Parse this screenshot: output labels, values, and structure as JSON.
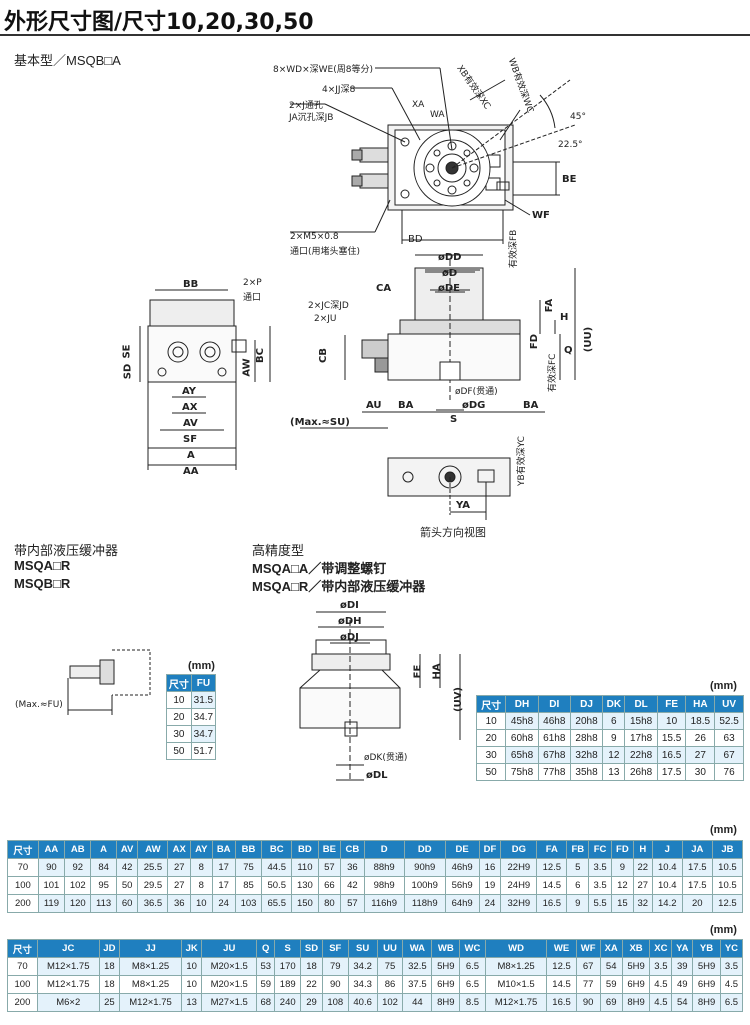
{
  "header": {
    "title": "外形尺寸图/尺寸10,20,30,50"
  },
  "sections": {
    "basic": "基本型／MSQB□A",
    "cushion_title": "带内部液压缓冲器",
    "cushion_r1": "MSQA□R",
    "cushion_r2": "MSQB□R",
    "precision_title": "高精度型",
    "precision_a": "MSQA□A／带调整螺钉",
    "precision_r": "MSQA□R／带内部液压缓冲器",
    "arrow_view": "箭头方向视图"
  },
  "callouts": {
    "wd": "8×WD×深WE(周8等分)",
    "jj": "4×JJ深8",
    "j": "2×J通孔",
    "jb": "JA沉孔深JB",
    "m5": "2×M5×0.8",
    "m5b": "通口(用堵头塞住)",
    "p": "2×P",
    "p2": "通口",
    "jcjd": "2×JC深JD",
    "ju": "2×JU",
    "xb": "XB有效深XC",
    "wb": "WB有效深WC",
    "fb": "有效深FB",
    "fc": "有效深FC",
    "yb": "YB有效深YC",
    "df": "øDF(贯通)",
    "dk": "øDK(贯通)",
    "maxsu": "(Max.≈SU)",
    "maxfu": "(Max.≈FU)"
  },
  "dims": {
    "bd": "BD",
    "dd": "øDD",
    "d": "øD",
    "de": "øDE",
    "dg": "øDG",
    "s": "S",
    "ba": "BA",
    "au": "AU",
    "bb": "BB",
    "ay": "AY",
    "ax": "AX",
    "av": "AV",
    "sf": "SF",
    "a": "A",
    "aa": "AA",
    "sd": "SD",
    "se": "SE",
    "aw": "AW",
    "bc": "BC",
    "be": "BE",
    "wf": "WF",
    "xa": "XA",
    "wa": "WA",
    "deg45": "45°",
    "deg225": "22.5°",
    "ca": "CA",
    "cb": "CB",
    "fa": "FA",
    "h": "H",
    "fd": "FD",
    "q": "Q",
    "uu": "(UU)",
    "ya": "YA",
    "di": "øDI",
    "dh": "øDH",
    "dj": "øDJ",
    "dl": "øDL",
    "fe": "FE",
    "ha": "HA",
    "uv": "(UV)"
  },
  "unit": "(mm)",
  "fu_table": {
    "headers": [
      "尺寸",
      "FU"
    ],
    "rows": [
      [
        "10",
        "31.5"
      ],
      [
        "20",
        "34.7"
      ],
      [
        "30",
        "34.7"
      ],
      [
        "50",
        "51.7"
      ]
    ]
  },
  "dh_table": {
    "headers": [
      "尺寸",
      "DH",
      "DI",
      "DJ",
      "DK",
      "DL",
      "FE",
      "HA",
      "UV"
    ],
    "rows": [
      [
        "10",
        "45h8",
        "46h8",
        "20h8",
        "6",
        "15h8",
        "10",
        "18.5",
        "52.5"
      ],
      [
        "20",
        "60h8",
        "61h8",
        "28h8",
        "9",
        "17h8",
        "15.5",
        "26",
        "63"
      ],
      [
        "30",
        "65h8",
        "67h8",
        "32h8",
        "12",
        "22h8",
        "16.5",
        "27",
        "67"
      ],
      [
        "50",
        "75h8",
        "77h8",
        "35h8",
        "13",
        "26h8",
        "17.5",
        "30",
        "76"
      ]
    ]
  },
  "table1": {
    "headers": [
      "尺寸",
      "AA",
      "AB",
      "A",
      "AV",
      "AW",
      "AX",
      "AY",
      "BA",
      "BB",
      "BC",
      "BD",
      "BE",
      "CB",
      "D",
      "DD",
      "DE",
      "DF",
      "DG",
      "FA",
      "FB",
      "FC",
      "FD",
      "H",
      "J",
      "JA",
      "JB"
    ],
    "rows": [
      [
        "70",
        "90",
        "92",
        "84",
        "42",
        "25.5",
        "27",
        "8",
        "17",
        "75",
        "44.5",
        "110",
        "57",
        "36",
        "88h9",
        "90h9",
        "46h9",
        "16",
        "22H9",
        "12.5",
        "5",
        "3.5",
        "9",
        "22",
        "10.4",
        "17.5",
        "10.5"
      ],
      [
        "100",
        "101",
        "102",
        "95",
        "50",
        "29.5",
        "27",
        "8",
        "17",
        "85",
        "50.5",
        "130",
        "66",
        "42",
        "98h9",
        "100h9",
        "56h9",
        "19",
        "24H9",
        "14.5",
        "6",
        "3.5",
        "12",
        "27",
        "10.4",
        "17.5",
        "10.5"
      ],
      [
        "200",
        "119",
        "120",
        "113",
        "60",
        "36.5",
        "36",
        "10",
        "24",
        "103",
        "65.5",
        "150",
        "80",
        "57",
        "116h9",
        "118h9",
        "64h9",
        "24",
        "32H9",
        "16.5",
        "9",
        "5.5",
        "15",
        "32",
        "14.2",
        "20",
        "12.5"
      ]
    ]
  },
  "table2": {
    "headers": [
      "尺寸",
      "JC",
      "JD",
      "JJ",
      "JK",
      "JU",
      "Q",
      "S",
      "SD",
      "SF",
      "SU",
      "UU",
      "WA",
      "WB",
      "WC",
      "WD",
      "WE",
      "WF",
      "XA",
      "XB",
      "XC",
      "YA",
      "YB",
      "YC"
    ],
    "rows": [
      [
        "70",
        "M12×1.75",
        "18",
        "M8×1.25",
        "10",
        "M20×1.5",
        "53",
        "170",
        "18",
        "79",
        "34.2",
        "75",
        "32.5",
        "5H9",
        "6.5",
        "M8×1.25",
        "12.5",
        "67",
        "54",
        "5H9",
        "3.5",
        "39",
        "5H9",
        "3.5"
      ],
      [
        "100",
        "M12×1.75",
        "18",
        "M8×1.25",
        "10",
        "M20×1.5",
        "59",
        "189",
        "22",
        "90",
        "34.3",
        "86",
        "37.5",
        "6H9",
        "6.5",
        "M10×1.5",
        "14.5",
        "77",
        "59",
        "6H9",
        "4.5",
        "49",
        "6H9",
        "4.5"
      ],
      [
        "200",
        "M6×2",
        "25",
        "M12×1.75",
        "13",
        "M27×1.5",
        "68",
        "240",
        "29",
        "108",
        "40.6",
        "102",
        "44",
        "8H9",
        "8.5",
        "M12×1.75",
        "16.5",
        "90",
        "69",
        "8H9",
        "4.5",
        "54",
        "8H9",
        "6.5"
      ]
    ]
  }
}
